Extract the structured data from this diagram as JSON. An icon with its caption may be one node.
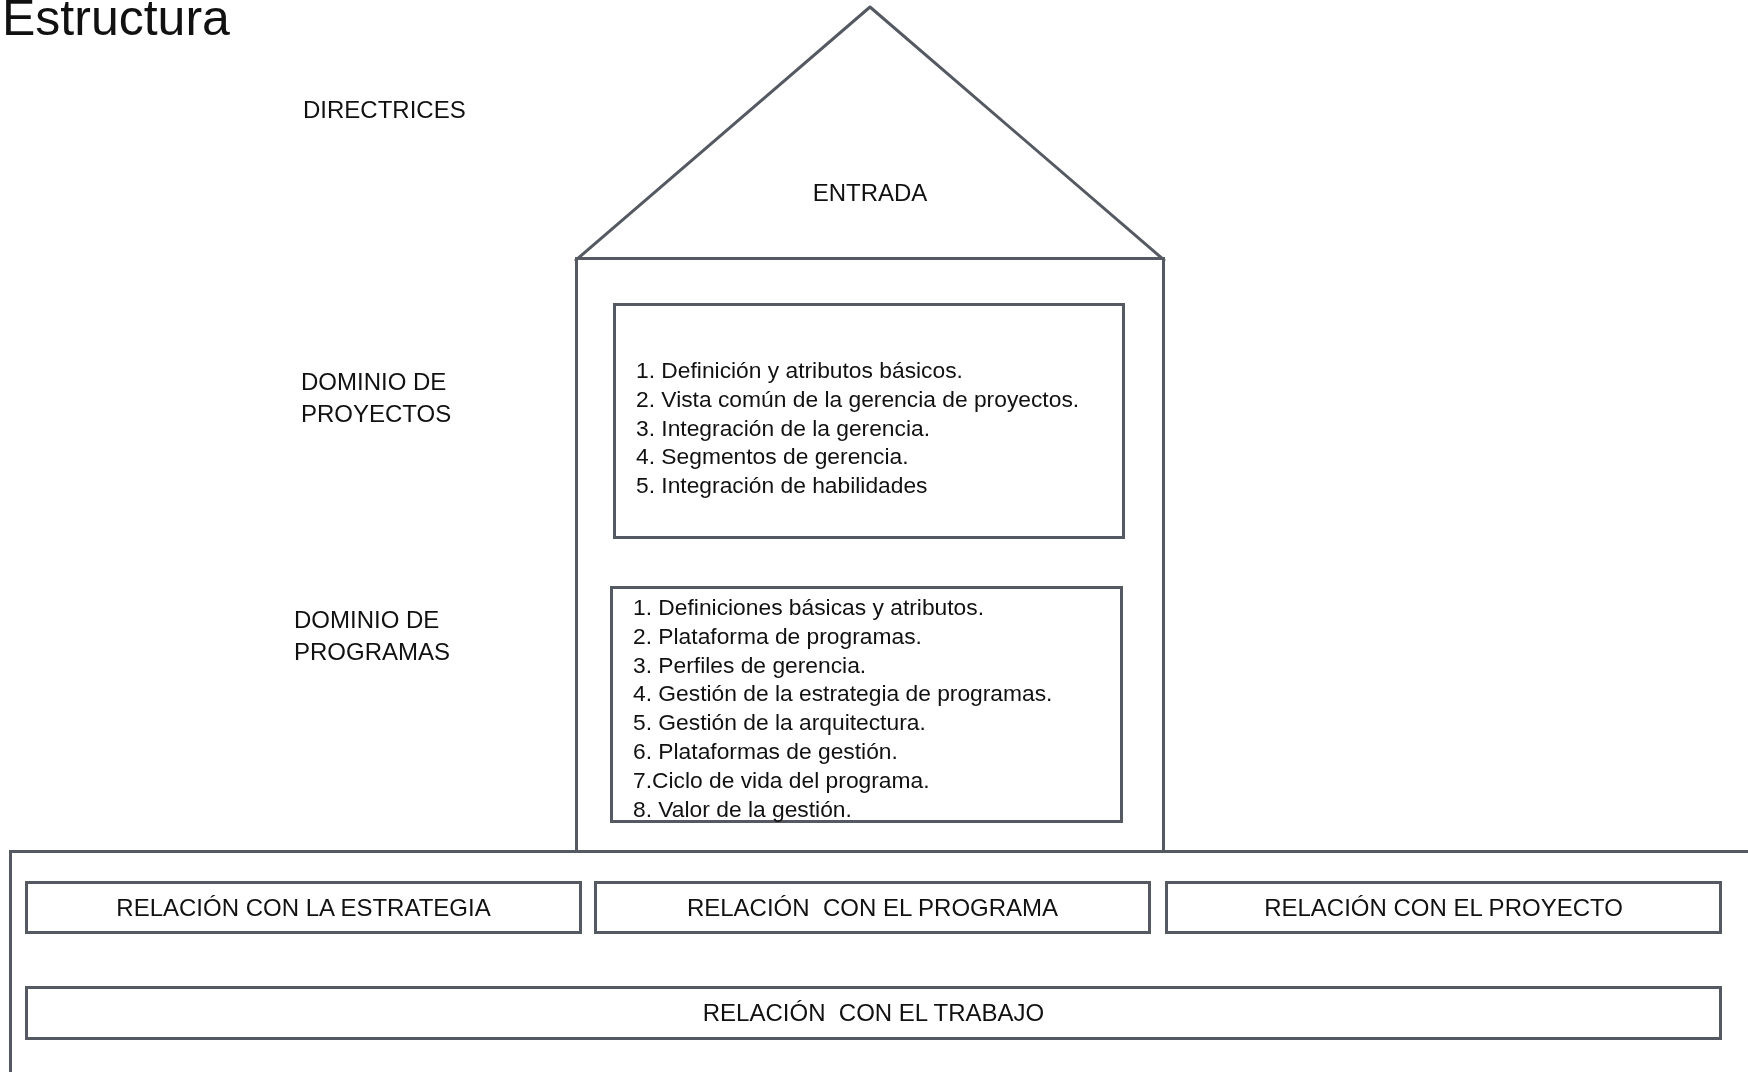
{
  "diagram": {
    "title": "Estructura",
    "nodes": [
      {
        "text": [
          "ENTRADA"
        ]
      },
      {
        "text": [],
        "shape": "box"
      },
      {
        "text": [
          "1. Definición y atributos básicos.",
          "2. Vista común de la gerencia de proyectos.",
          "3. Integración de la gerencia.",
          "4. Segmentos de gerencia.",
          "5. Integración de habilidades"
        ],
        "in": 1
      },
      {
        "text": [
          "1. Definiciones básicas y atributos.",
          "2. Plataforma de programas.",
          "3. Perfiles de gerencia.",
          "4. Gestión de la estrategia de programas.",
          "5. Gestión de la arquitectura.",
          "6. Plataformas de gestión.",
          "7.Ciclo de vida del programa.",
          "8. Valor de la gestión."
        ],
        "in": 1
      },
      {
        "text": [],
        "shape": "box"
      },
      {
        "text": [
          "RELACIÓN CON LA ESTRATEGIA"
        ],
        "in": 4
      },
      {
        "text": [
          "RELACIÓN  CON EL PROGRAMA"
        ],
        "in": 4
      },
      {
        "text": [
          "RELACIÓN CON EL PROYECTO"
        ],
        "in": 4
      },
      {
        "text": [
          "RELACIÓN  CON EL TRABAJO"
        ],
        "in": 4
      }
    ],
    "labels": [
      "DIRECTRICES",
      "DOMINIO DE PROYECTOS",
      "DOMINIO DE PROGRAMAS"
    ]
  }
}
